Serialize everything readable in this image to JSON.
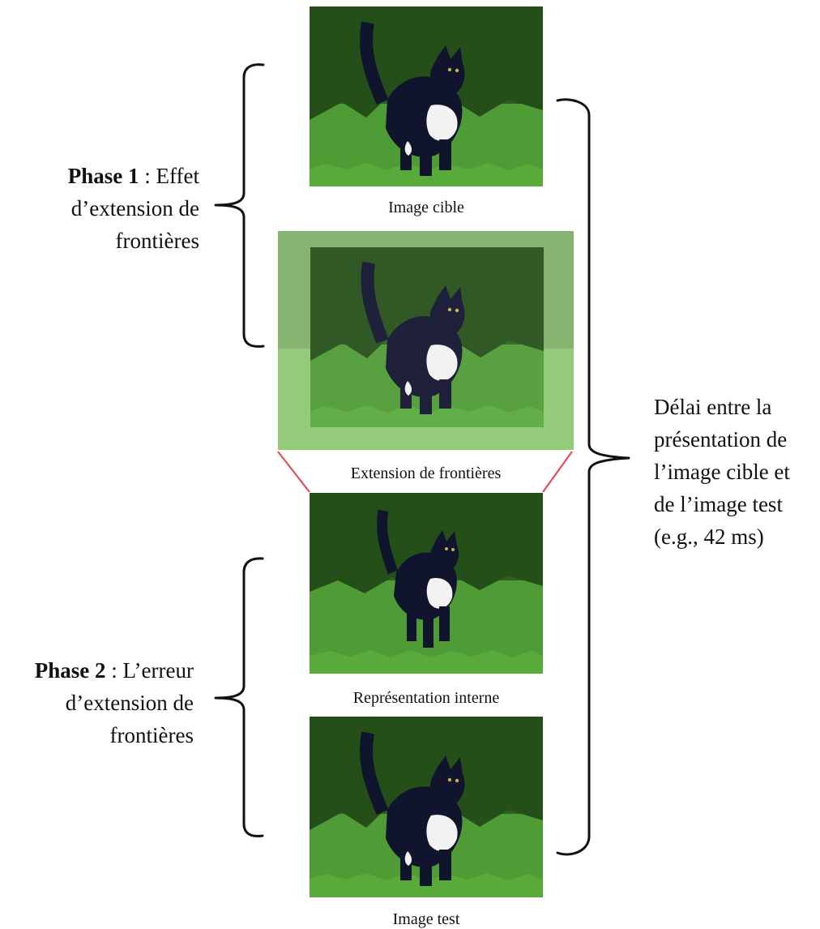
{
  "phases": [
    {
      "title": "Phase 1",
      "separator": " : ",
      "text": "Effet",
      "lines": [
        "d’extension de",
        "frontières"
      ]
    },
    {
      "title": "Phase 2",
      "separator": " : ",
      "text": "L’erreur",
      "lines": [
        "d’extension de",
        "frontières"
      ]
    }
  ],
  "delay": {
    "lines": [
      "Délai entre la",
      "présentation de",
      "l’image cible et",
      "de l’image test",
      "(e.g., 42 ms)"
    ]
  },
  "images": [
    {
      "caption": "Image cible"
    },
    {
      "caption": "Extension de frontières"
    },
    {
      "caption": "Représentation interne"
    },
    {
      "caption": "Image test"
    }
  ],
  "colors": {
    "grass": "#4f9b35",
    "bush": "#2d5f20",
    "cat": "#10142d",
    "chest": "#f2f2f2",
    "connector": "#e24b5a",
    "ink": "#111111"
  }
}
